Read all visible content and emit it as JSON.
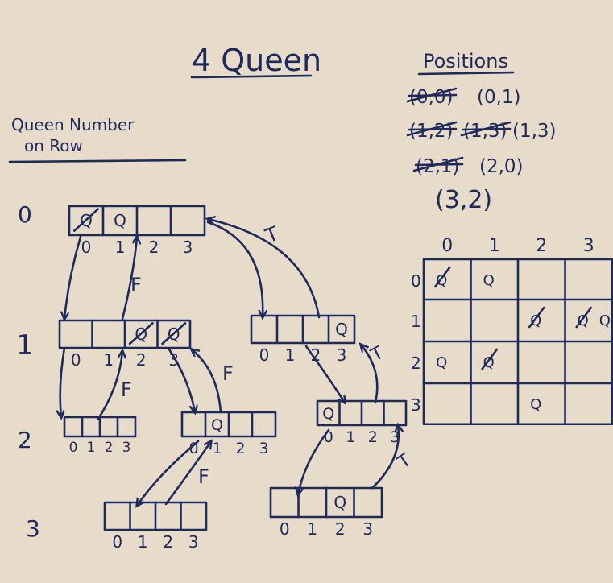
{
  "title": "4 Queen",
  "positions": {
    "header": "Positions",
    "rows": [
      [
        {
          "text": "(0,0)",
          "struck": true
        },
        {
          "text": "(0,1)",
          "struck": false
        }
      ],
      [
        {
          "text": "(1,2)",
          "struck": true
        },
        {
          "text": "(1,3)",
          "struck": true
        },
        {
          "text": "(1,3)",
          "struck": false
        }
      ],
      [
        {
          "text": "(2,1)",
          "struck": true
        },
        {
          "text": "(2,0)",
          "struck": false
        }
      ],
      [
        {
          "text": "(3,2)",
          "struck": false
        }
      ]
    ]
  },
  "row_header": {
    "line1": "Queen Number",
    "line2": "on Row"
  },
  "row_labels": [
    "0",
    "1",
    "2",
    "3"
  ],
  "tree": {
    "r0": {
      "cells": [
        "Q",
        "Q",
        "",
        ""
      ],
      "struck": [
        true,
        false,
        false,
        false
      ],
      "idx": [
        "0",
        "1",
        "2",
        "3"
      ]
    },
    "r1a": {
      "cells": [
        "",
        "",
        "Q",
        "Q"
      ],
      "struck": [
        false,
        false,
        true,
        true
      ],
      "idx": [
        "0",
        "1",
        "2",
        "3"
      ]
    },
    "r1b": {
      "cells": [
        "",
        "",
        "",
        "Q"
      ],
      "struck": [
        false,
        false,
        false,
        false
      ],
      "idx": [
        "0",
        "1",
        "2",
        "3"
      ]
    },
    "r2a": {
      "cells": [
        "",
        "",
        "",
        ""
      ],
      "struck": [
        false,
        false,
        false,
        false
      ],
      "idx": [
        "0",
        "1",
        "2",
        "3"
      ]
    },
    "r2b": {
      "cells": [
        "",
        "Q",
        "",
        ""
      ],
      "struck": [
        false,
        false,
        false,
        false
      ],
      "idx": [
        "0",
        "1",
        "2",
        "3"
      ]
    },
    "r2c": {
      "cells": [
        "Q",
        "",
        "",
        ""
      ],
      "struck": [
        false,
        false,
        false,
        false
      ],
      "idx": [
        "0",
        "1",
        "2",
        "3"
      ]
    },
    "r3a": {
      "cells": [
        "",
        "",
        "",
        ""
      ],
      "struck": [
        false,
        false,
        false,
        false
      ],
      "idx": [
        "0",
        "1",
        "2",
        "3"
      ]
    },
    "r3b": {
      "cells": [
        "",
        "",
        "Q",
        ""
      ],
      "struck": [
        false,
        false,
        false,
        false
      ],
      "idx": [
        "0",
        "1",
        "2",
        "3"
      ]
    }
  },
  "edge_labels": [
    "F",
    "F",
    "F",
    "F",
    "T",
    "T",
    "T"
  ],
  "board": {
    "col_labels": [
      "0",
      "1",
      "2",
      "3"
    ],
    "row_labels": [
      "0",
      "1",
      "2",
      "3"
    ],
    "cells": [
      [
        {
          "q": "Q",
          "x": true
        },
        {
          "q": "Q",
          "x": false
        },
        {
          "q": "",
          "x": false
        },
        {
          "q": "",
          "x": false
        }
      ],
      [
        {
          "q": "",
          "x": false
        },
        {
          "q": "",
          "x": false
        },
        {
          "q": "Q",
          "x": true
        },
        {
          "q": "Q",
          "x": true,
          "extra": "Q"
        }
      ],
      [
        {
          "q": "Q",
          "x": false
        },
        {
          "q": "Q",
          "x": true
        },
        {
          "q": "",
          "x": false
        },
        {
          "q": "",
          "x": false
        }
      ],
      [
        {
          "q": "",
          "x": false
        },
        {
          "q": "",
          "x": false
        },
        {
          "q": "Q",
          "x": false
        },
        {
          "q": "",
          "x": false
        }
      ]
    ]
  },
  "colors": {
    "paper": "#e7dcc9",
    "ink": "#1e2a5c"
  }
}
